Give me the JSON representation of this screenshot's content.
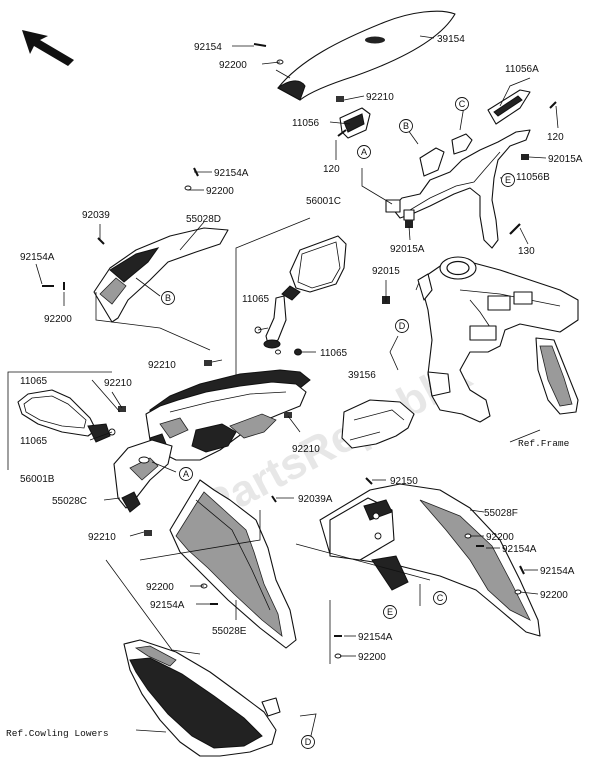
{
  "watermark": "PartsRepublik",
  "ref_frame": "Ref.Frame",
  "ref_cowling": "Ref.Cowling Lowers",
  "parts": [
    {
      "id": "p1",
      "text": "92154"
    },
    {
      "id": "p2",
      "text": "92200"
    },
    {
      "id": "p3",
      "text": "39154"
    },
    {
      "id": "p4",
      "text": "92210"
    },
    {
      "id": "p5",
      "text": "11056"
    },
    {
      "id": "p6",
      "text": "11056A"
    },
    {
      "id": "p7",
      "text": "120"
    },
    {
      "id": "p8",
      "text": "120"
    },
    {
      "id": "p9",
      "text": "92015A"
    },
    {
      "id": "p10",
      "text": "11056B"
    },
    {
      "id": "p11",
      "text": "92154A"
    },
    {
      "id": "p12",
      "text": "92200"
    },
    {
      "id": "p13",
      "text": "92039"
    },
    {
      "id": "p14",
      "text": "55028D"
    },
    {
      "id": "p15",
      "text": "56001C"
    },
    {
      "id": "p16",
      "text": "92015A"
    },
    {
      "id": "p17",
      "text": "130"
    },
    {
      "id": "p18",
      "text": "92015"
    },
    {
      "id": "p19",
      "text": "92154A"
    },
    {
      "id": "p20",
      "text": "92200"
    },
    {
      "id": "p21",
      "text": "11065"
    },
    {
      "id": "p22",
      "text": "11065"
    },
    {
      "id": "p23",
      "text": "92210"
    },
    {
      "id": "p24",
      "text": "39156"
    },
    {
      "id": "p25",
      "text": "11065"
    },
    {
      "id": "p26",
      "text": "92210"
    },
    {
      "id": "p27",
      "text": "11065"
    },
    {
      "id": "p28",
      "text": "92210"
    },
    {
      "id": "p29",
      "text": "56001B"
    },
    {
      "id": "p30",
      "text": "92150"
    },
    {
      "id": "p31",
      "text": "55028C"
    },
    {
      "id": "p32",
      "text": "92039A"
    },
    {
      "id": "p33",
      "text": "55028F"
    },
    {
      "id": "p34",
      "text": "92200"
    },
    {
      "id": "p35",
      "text": "92154A"
    },
    {
      "id": "p36",
      "text": "92210"
    },
    {
      "id": "p37",
      "text": "92154A"
    },
    {
      "id": "p38",
      "text": "92200"
    },
    {
      "id": "p39",
      "text": "92200"
    },
    {
      "id": "p40",
      "text": "92154A"
    },
    {
      "id": "p41",
      "text": "55028E"
    },
    {
      "id": "p42",
      "text": "92154A"
    },
    {
      "id": "p43",
      "text": "92200"
    }
  ],
  "callouts": [
    {
      "id": "c1",
      "text": "C"
    },
    {
      "id": "c2",
      "text": "B"
    },
    {
      "id": "c3",
      "text": "A"
    },
    {
      "id": "c4",
      "text": "E"
    },
    {
      "id": "c5",
      "text": "B"
    },
    {
      "id": "c6",
      "text": "D"
    },
    {
      "id": "c7",
      "text": "A"
    },
    {
      "id": "c8",
      "text": "E"
    },
    {
      "id": "c9",
      "text": "C"
    },
    {
      "id": "c10",
      "text": "D"
    }
  ]
}
